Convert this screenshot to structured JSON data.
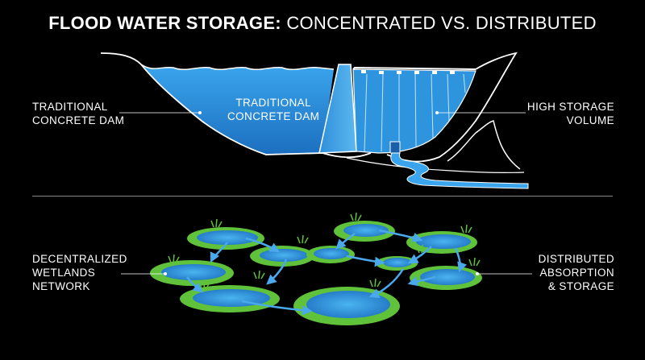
{
  "title": {
    "bold_part": "FLOOD WATER STORAGE:",
    "light_part": " CONCENTRATED VS. DISTRIBUTED"
  },
  "dam_section": {
    "left_label": "TRADITIONAL\nCONCRETE DAM",
    "inner_label": "TRADITIONAL\nCONCRETE DAM",
    "right_label": "HIGH STORAGE\nVOLUME"
  },
  "wetland_section": {
    "left_label": "DECENTRALIZED\nWETLANDS\nNETWORK",
    "right_label": "DISTRIBUTED\nABSORPTION\n& STORAGE"
  },
  "colors": {
    "background": "#000000",
    "water": "#3fa6e8",
    "water_dark": "#1f6fb5",
    "grass": "#5fc23a",
    "line": "#ffffff"
  }
}
